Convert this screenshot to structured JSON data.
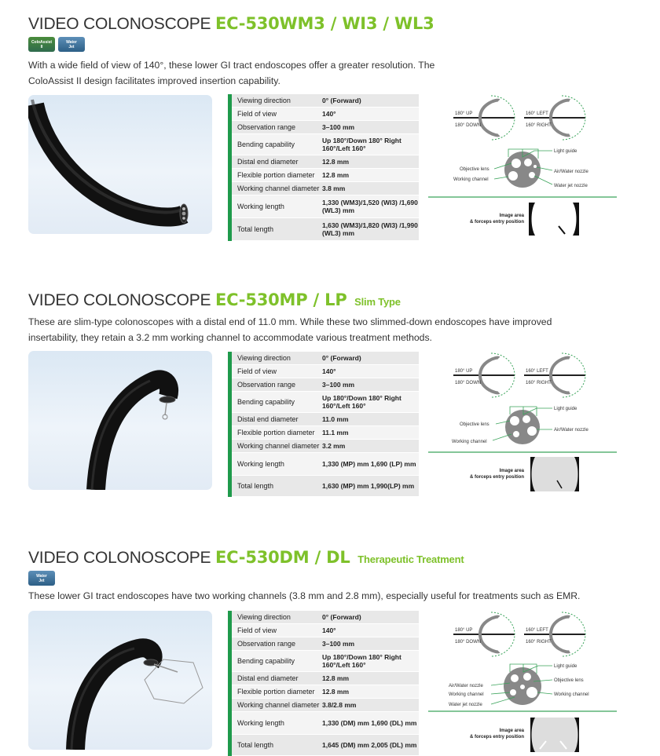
{
  "products": [
    {
      "prefix": "VIDEO COLONOSCOPE",
      "model": "EC-530WM3 / WI3 / WL3",
      "subtitle": "",
      "badges": [
        {
          "line1": "ColoAssist",
          "line2": "II"
        },
        {
          "line1": "Water",
          "line2": "Jet"
        }
      ],
      "description": "With a wide field of view of 140°, these lower GI tract endoscopes offer a greater resolution. The ColoAssist II design facilitates improved insertion capability.",
      "specs": [
        {
          "label": "Viewing direction",
          "value": "0° (Forward)"
        },
        {
          "label": "Field of view",
          "value": "140°"
        },
        {
          "label": "Observation range",
          "value": "3–100 mm"
        },
        {
          "label": "Bending capability",
          "value": "Up 180°/Down 180° Right 160°/Left 160°"
        },
        {
          "label": "Distal end diameter",
          "value": "12.8 mm"
        },
        {
          "label": "Flexible portion diameter",
          "value": "12.8 mm"
        },
        {
          "label": "Working channel diameter",
          "value": "3.8 mm"
        },
        {
          "label": "Working length",
          "value": "1,330 (WM3)/1,520 (WI3) /1,690 (WL3) mm"
        },
        {
          "label": "Total length",
          "value": "1,630 (WM3)/1,820 (WI3) /1,990 (WL3) mm"
        }
      ],
      "diagram": {
        "bend_up": "180° UP",
        "bend_down": "180° DOWN",
        "bend_left": "160° LEFT",
        "bend_right": "160° RIGHT",
        "tip_labels": {
          "light_guide": "Light guide",
          "objective_lens": "Objective lens",
          "working_channel": "Working channel",
          "air_water_nozzle": "Air/Water nozzle",
          "water_jet_nozzle": "Water jet nozzle"
        },
        "image_area_1": "Image area",
        "image_area_2": "& forceps entry position"
      }
    },
    {
      "prefix": "VIDEO COLONOSCOPE",
      "model": "EC-530MP / LP",
      "subtitle": "Slim Type",
      "badges": [],
      "description": "These are slim-type colonoscopes with a distal end of 11.0 mm. While these two slimmed-down endoscopes have improved insertability, they retain a 3.2 mm working channel to accommodate various treatment methods.",
      "specs": [
        {
          "label": "Viewing direction",
          "value": "0° (Forward)"
        },
        {
          "label": "Field of view",
          "value": "140°"
        },
        {
          "label": "Observation range",
          "value": "3–100 mm"
        },
        {
          "label": "Bending capability",
          "value": "Up 180°/Down 180° Right 160°/Left 160°"
        },
        {
          "label": "Distal end diameter",
          "value": "11.0 mm"
        },
        {
          "label": "Flexible portion diameter",
          "value": "11.1 mm"
        },
        {
          "label": "Working channel diameter",
          "value": "3.2 mm"
        },
        {
          "label": "Working length",
          "value": "1,330 (MP) mm 1,690 (LP) mm"
        },
        {
          "label": "Total length",
          "value": "1,630 (MP) mm 1,990(LP) mm"
        }
      ],
      "diagram": {
        "bend_up": "180° UP",
        "bend_down": "180° DOWN",
        "bend_left": "160° LEFT",
        "bend_right": "160° RIGHT",
        "tip_labels": {
          "light_guide": "Light guide",
          "objective_lens": "Objective lens",
          "working_channel": "Working channel",
          "air_water_nozzle": "Air/Water nozzle"
        },
        "image_area_1": "Image area",
        "image_area_2": "& forceps entry position"
      }
    },
    {
      "prefix": "VIDEO COLONOSCOPE",
      "model": "EC-530DM / DL",
      "subtitle": "Therapeutic Treatment",
      "badges": [
        {
          "line1": "Water",
          "line2": "Jet"
        }
      ],
      "description": "These lower GI tract endoscopes have two working channels (3.8 mm and 2.8 mm), especially useful for treatments such as EMR.",
      "specs": [
        {
          "label": "Viewing direction",
          "value": "0° (Forward)"
        },
        {
          "label": "Field of view",
          "value": "140°"
        },
        {
          "label": "Observation range",
          "value": "3–100 mm"
        },
        {
          "label": "Bending capability",
          "value": "Up 180°/Down 180° Right 160°/Left 160°"
        },
        {
          "label": "Distal end diameter",
          "value": "12.8 mm"
        },
        {
          "label": "Flexible portion diameter",
          "value": "12.8 mm"
        },
        {
          "label": "Working channel diameter",
          "value": "3.8/2.8 mm"
        },
        {
          "label": "Working length",
          "value": "1,330 (DM) mm 1,690 (DL) mm"
        },
        {
          "label": "Total length",
          "value": "1,645 (DM) mm 2,005 (DL) mm"
        }
      ],
      "diagram": {
        "bend_up": "180° UP",
        "bend_down": "180° DOWN",
        "bend_left": "160° LEFT",
        "bend_right": "160° RIGHT",
        "tip_labels": {
          "light_guide": "Light guide",
          "objective_lens": "Objective lens",
          "working_channel": "Working channel",
          "working_channel_2": "Working channel",
          "air_water_nozzle": "Air/Water nozzle",
          "water_jet_nozzle": "Water jet nozzle"
        },
        "image_area_1": "Image area",
        "image_area_2": "& forceps entry position"
      }
    }
  ],
  "colors": {
    "accent_green": "#7ec12a",
    "spec_bar_green": "#1f9a4b",
    "diagram_green": "#3aa35a"
  }
}
